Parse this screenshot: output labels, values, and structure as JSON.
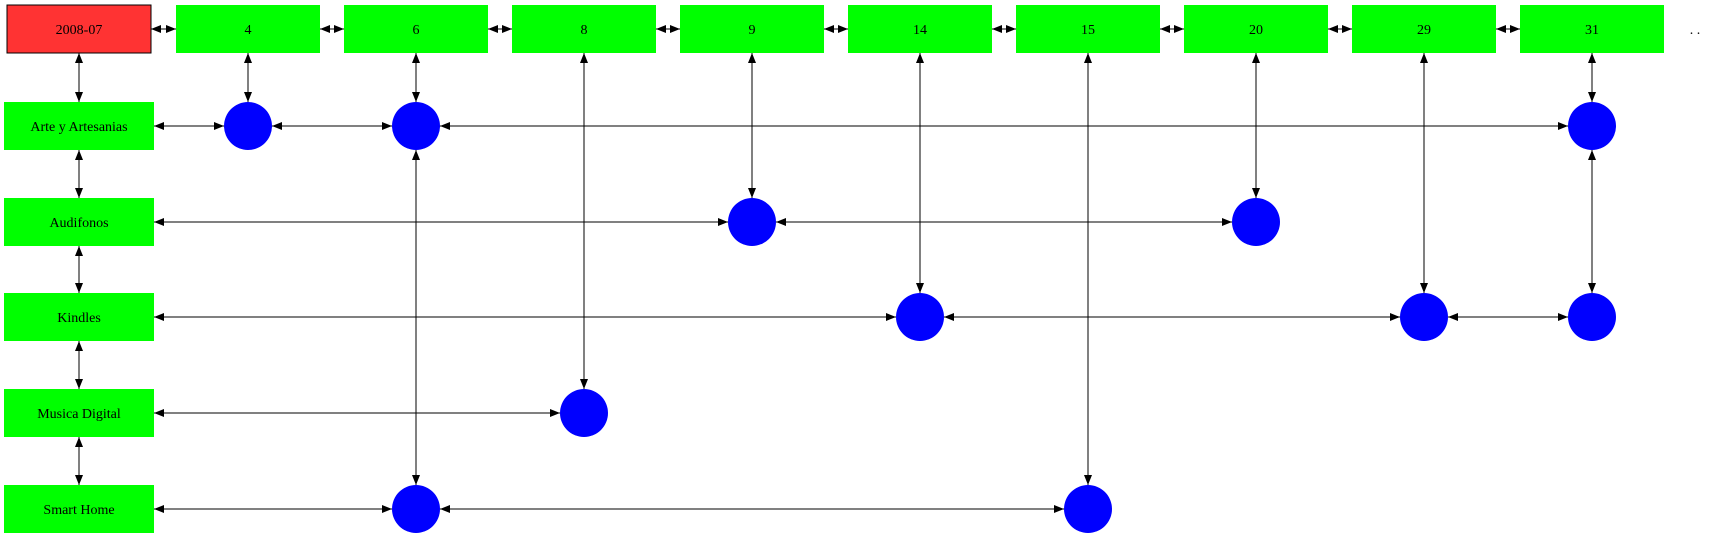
{
  "month": {
    "label": "2008-07",
    "color": "#ff3333"
  },
  "colors": {
    "header_fill": "#00ff00",
    "category_fill": "#00ff00",
    "dot_fill": "#0000ff",
    "month_fill": "#ff3333",
    "edge": "#000000"
  },
  "days": [
    "4",
    "6",
    "8",
    "9",
    "14",
    "15",
    "20",
    "29",
    "31"
  ],
  "ellipsis": ". .",
  "categories": [
    "Arte y Artesanias",
    "Audifonos",
    "Kindles",
    "Musica Digital",
    "Smart Home"
  ],
  "dots": {
    "Arte y Artesanias": [
      "4",
      "6",
      "31"
    ],
    "Audifonos": [
      "9",
      "20"
    ],
    "Kindles": [
      "14",
      "29",
      "31"
    ],
    "Musica Digital": [
      "8"
    ],
    "Smart Home": [
      "6",
      "15"
    ]
  }
}
